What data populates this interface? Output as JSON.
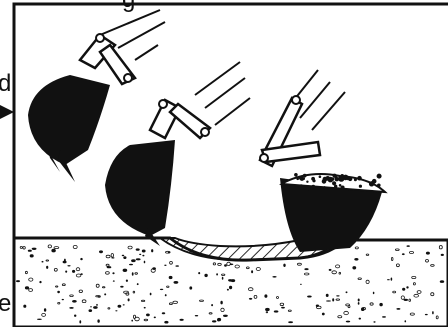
{
  "labels": {
    "top_partial": "g",
    "left_upper": "d",
    "left_lower": "e"
  },
  "colors": {
    "ink": "#111111",
    "background": "#ffffff"
  }
}
